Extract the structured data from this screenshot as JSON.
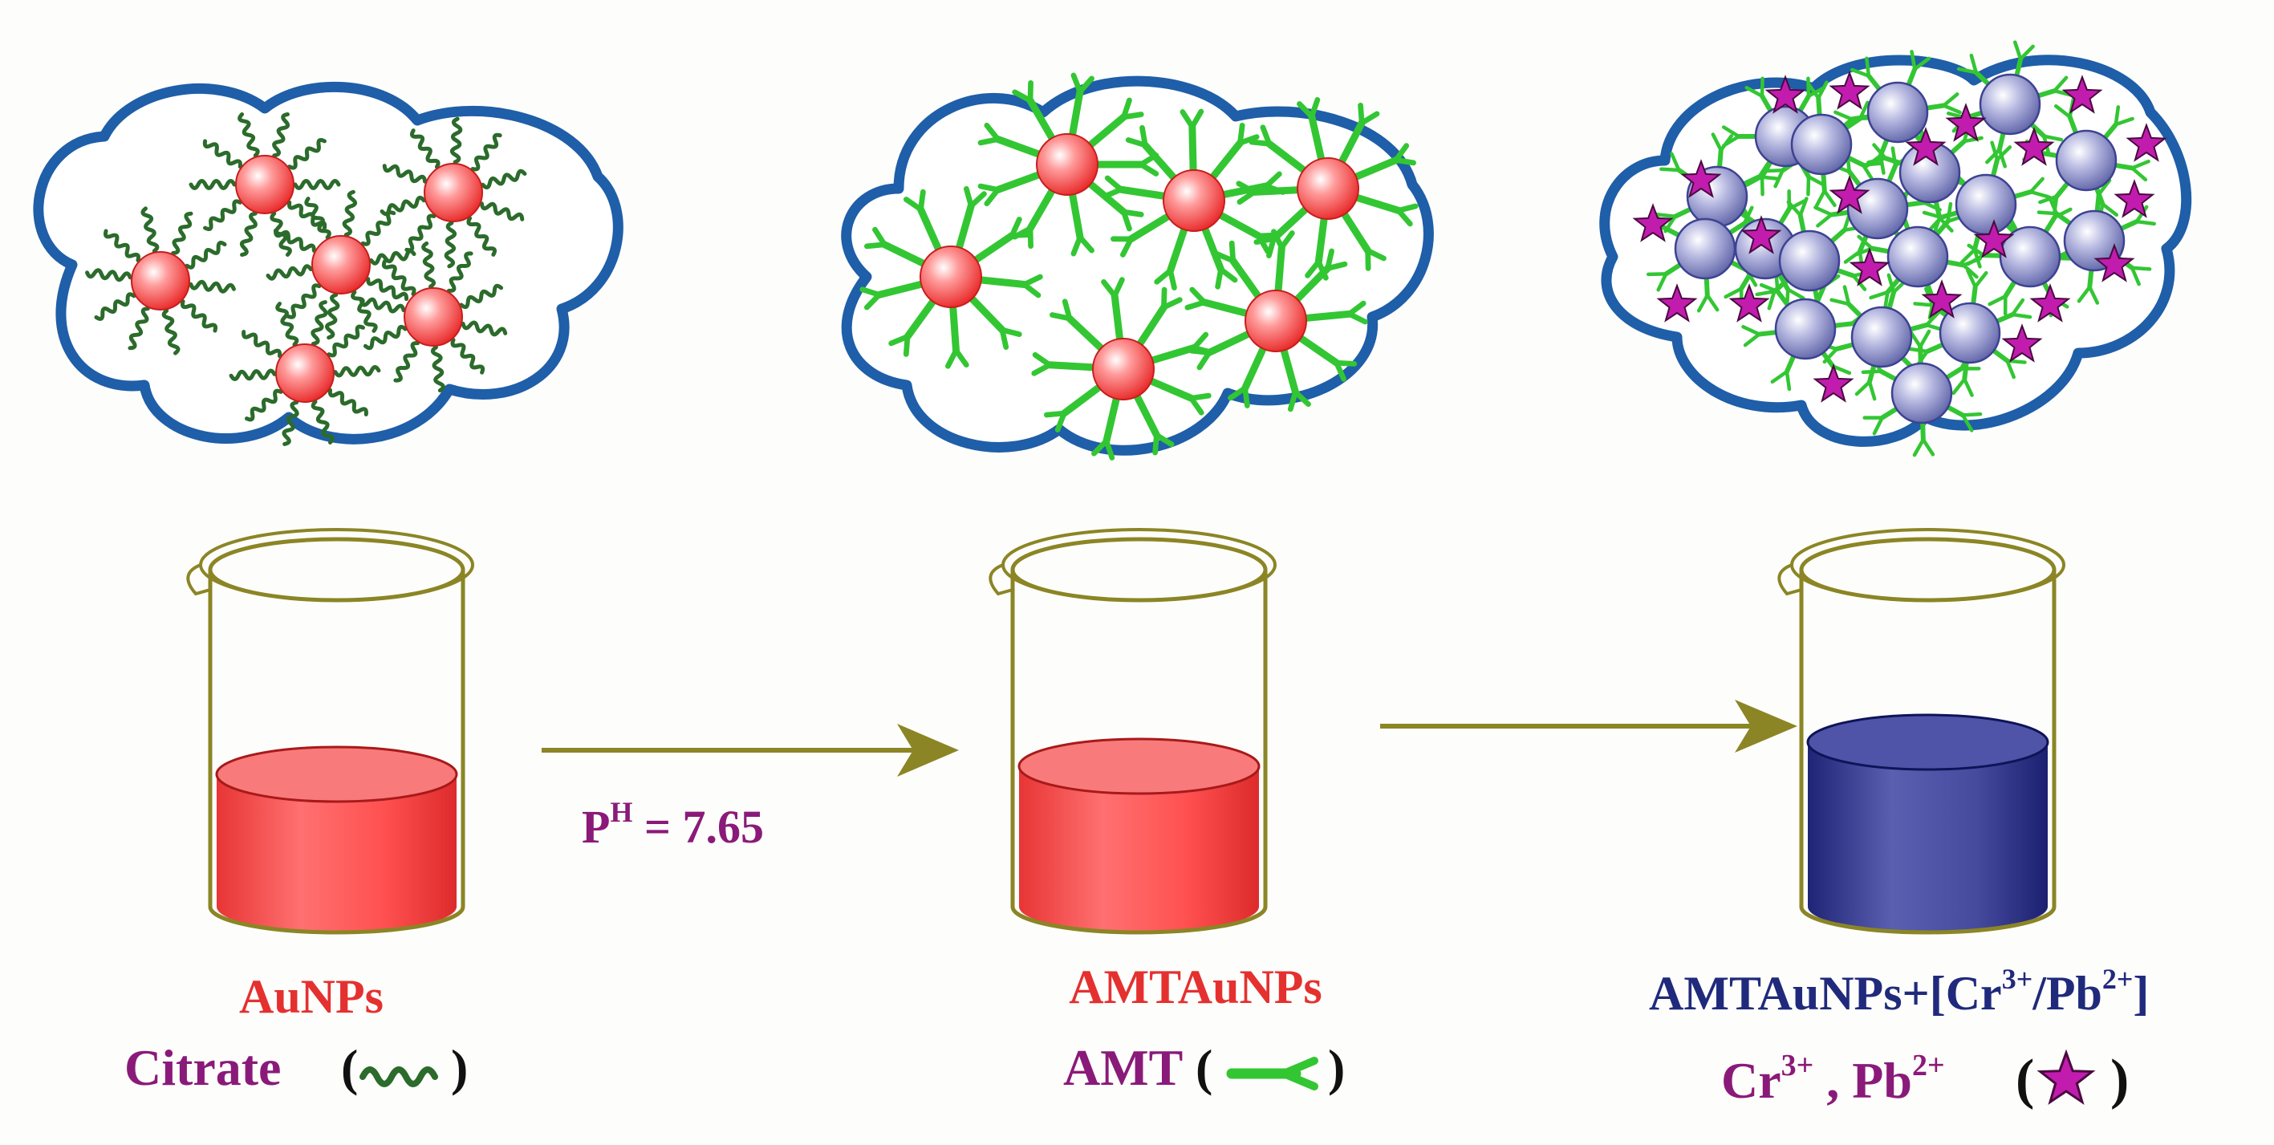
{
  "colors": {
    "red_np": "#f04444",
    "blue_np": "#8f93c8",
    "citrate": "#2b6b2b",
    "amt": "#33c633",
    "star": "#c21cae",
    "cloud_outline": "#1f5ea8",
    "arrow": "#8b8525",
    "beaker_outline": "#8b8525",
    "red_liquid": "#f54848",
    "blue_liquid": "#2a2f88",
    "label_red": "#e53030",
    "label_purple": "#8a1a7a",
    "label_navy": "#202a7c"
  },
  "stages": [
    {
      "label": "AuNPs",
      "legend_text": "Citrate",
      "legend_icon": "citrate-wave-icon"
    },
    {
      "label": "AMTAuNPs",
      "legend_text": "AMT",
      "legend_icon": "amt-ligand-icon"
    },
    {
      "label_main": "AMTAuNPs+[Cr",
      "label_sup1": "3+",
      "label_mid": "/Pb",
      "label_sup2": "2+",
      "label_end": "]",
      "legend_cr": "Cr",
      "legend_cr_sup": "3+",
      "legend_sep": " , Pb",
      "legend_pb_sup": "2+",
      "legend_icon": "star-icon"
    }
  ],
  "arrow1": {
    "text_p": "P",
    "text_sup": "H",
    "text_value": " = 7.65"
  }
}
